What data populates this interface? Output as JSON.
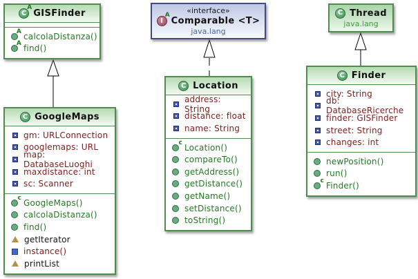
{
  "colors": {
    "class_header_top": "#b6dab3",
    "class_border": "#4e8c4e",
    "interface_header_top": "#bfc9e6",
    "interface_border": "#434a7d",
    "field_text": "#7f1d1d",
    "method_text": "#227a22",
    "plain_text": "#141414",
    "package_green": "#3f9b3f",
    "package_blue": "#44659f"
  },
  "icons": {
    "field": {
      "css": "icn-field"
    },
    "method-public": {
      "css": "icn-method"
    },
    "method-constructor": {
      "css": "icn-method",
      "sup": "c"
    },
    "method-abstract": {
      "css": "icn-method",
      "sup": "A"
    },
    "method-triangle": {
      "css": "icn-triangle"
    },
    "method-square": {
      "css": "icn-square"
    }
  },
  "classes": [
    {
      "name": "GISFinder",
      "kind": "abstract-class",
      "icon_letter": "C",
      "icon_sup": "A",
      "fields": [],
      "methods": [
        {
          "label": "calcolaDistanza()",
          "icon": "method-abstract",
          "color": "green"
        },
        {
          "label": "find()",
          "icon": "method-abstract",
          "color": "green"
        }
      ]
    },
    {
      "name": "Comparable <T>",
      "kind": "interface",
      "icon_letter": "I",
      "icon_sup": "A",
      "stereotype": "«interface»",
      "package": "java.lang",
      "fields": [],
      "methods": []
    },
    {
      "name": "Thread",
      "kind": "class",
      "icon_letter": "C",
      "package": "java.lang",
      "fields": [],
      "methods": []
    },
    {
      "name": "GoogleMaps",
      "kind": "class",
      "icon_letter": "C",
      "fields": [
        {
          "label": "gm: URLConnection",
          "icon": "field",
          "color": "maroon"
        },
        {
          "label": "googlemaps: URL",
          "icon": "field",
          "color": "maroon"
        },
        {
          "label": "map: DatabaseLuoghi",
          "icon": "field",
          "color": "maroon"
        },
        {
          "label": "maxdistance: int",
          "icon": "field",
          "color": "maroon"
        },
        {
          "label": "sc: Scanner",
          "icon": "field",
          "color": "maroon"
        }
      ],
      "methods": [
        {
          "label": "GoogleMaps()",
          "icon": "method-constructor",
          "color": "green"
        },
        {
          "label": "calcolaDistanza()",
          "icon": "method-public",
          "color": "green"
        },
        {
          "label": "find()",
          "icon": "method-public",
          "color": "green"
        },
        {
          "label": "getIterator",
          "icon": "method-triangle",
          "color": "black"
        },
        {
          "label": "instance()",
          "icon": "method-square",
          "color": "maroon"
        },
        {
          "label": "printList",
          "icon": "method-triangle",
          "color": "black"
        }
      ]
    },
    {
      "name": "Location",
      "kind": "class",
      "icon_letter": "C",
      "fields": [
        {
          "label": "address: String",
          "icon": "field",
          "color": "maroon"
        },
        {
          "label": "distance: float",
          "icon": "field",
          "color": "maroon"
        },
        {
          "label": "name: String",
          "icon": "field",
          "color": "maroon"
        }
      ],
      "methods": [
        {
          "label": "Location()",
          "icon": "method-constructor",
          "color": "green"
        },
        {
          "label": "compareTo()",
          "icon": "method-public",
          "color": "green"
        },
        {
          "label": "getAddress()",
          "icon": "method-public",
          "color": "green"
        },
        {
          "label": "getDistance()",
          "icon": "method-public",
          "color": "green"
        },
        {
          "label": "getName()",
          "icon": "method-public",
          "color": "green"
        },
        {
          "label": "setDistance()",
          "icon": "method-public",
          "color": "green"
        },
        {
          "label": "toString()",
          "icon": "method-public",
          "color": "green"
        }
      ]
    },
    {
      "name": "Finder",
      "kind": "class",
      "icon_letter": "C",
      "fields": [
        {
          "label": "city: String",
          "icon": "field",
          "color": "maroon"
        },
        {
          "label": "db: DatabaseRicerche",
          "icon": "field",
          "color": "maroon"
        },
        {
          "label": "finder: GISFinder",
          "icon": "field",
          "color": "maroon"
        },
        {
          "label": "street: String",
          "icon": "field",
          "color": "maroon"
        },
        {
          "label": "changes: int",
          "icon": "field",
          "color": "maroon"
        }
      ],
      "methods": [
        {
          "label": "newPosition()",
          "icon": "method-public",
          "color": "green"
        },
        {
          "label": "run()",
          "icon": "method-public",
          "color": "green"
        },
        {
          "label": "Finder()",
          "icon": "method-constructor",
          "color": "green"
        }
      ]
    }
  ],
  "relationships": [
    {
      "from": "GoogleMaps",
      "to": "GISFinder",
      "type": "extends"
    },
    {
      "from": "Location",
      "to": "Comparable",
      "type": "implements"
    },
    {
      "from": "Finder",
      "to": "Thread",
      "type": "extends"
    }
  ]
}
